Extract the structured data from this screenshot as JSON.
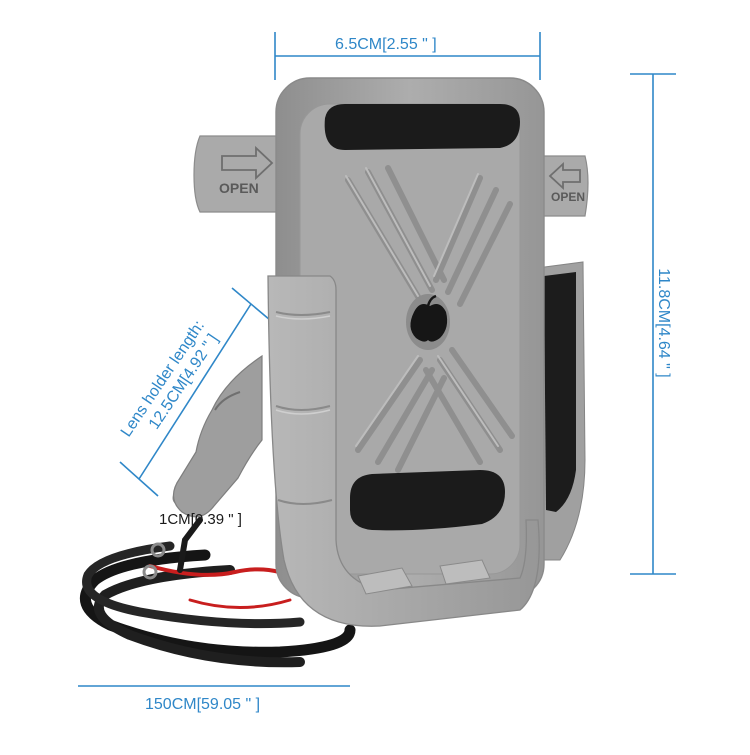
{
  "dimensions": {
    "width": "6.5CM[2.55 \" ]",
    "height": "11.8CM[4.64 \" ]",
    "cable_length": "150CM[59.05 \" ]",
    "mount_diameter": "1CM[0.39 \" ]",
    "lens_holder_line1": "Lens holder length:",
    "lens_holder_line2": "12.5CM[4.92 \" ]"
  },
  "arrow_labels": {
    "left": "OPEN",
    "right": "OPEN"
  },
  "colors": {
    "dimension_blue": "#2f87c8",
    "holder_gray": "#a3a3a3",
    "pad_black": "#1b1b1b",
    "cable_black": "#151515",
    "cable_red": "#c81e1e"
  }
}
